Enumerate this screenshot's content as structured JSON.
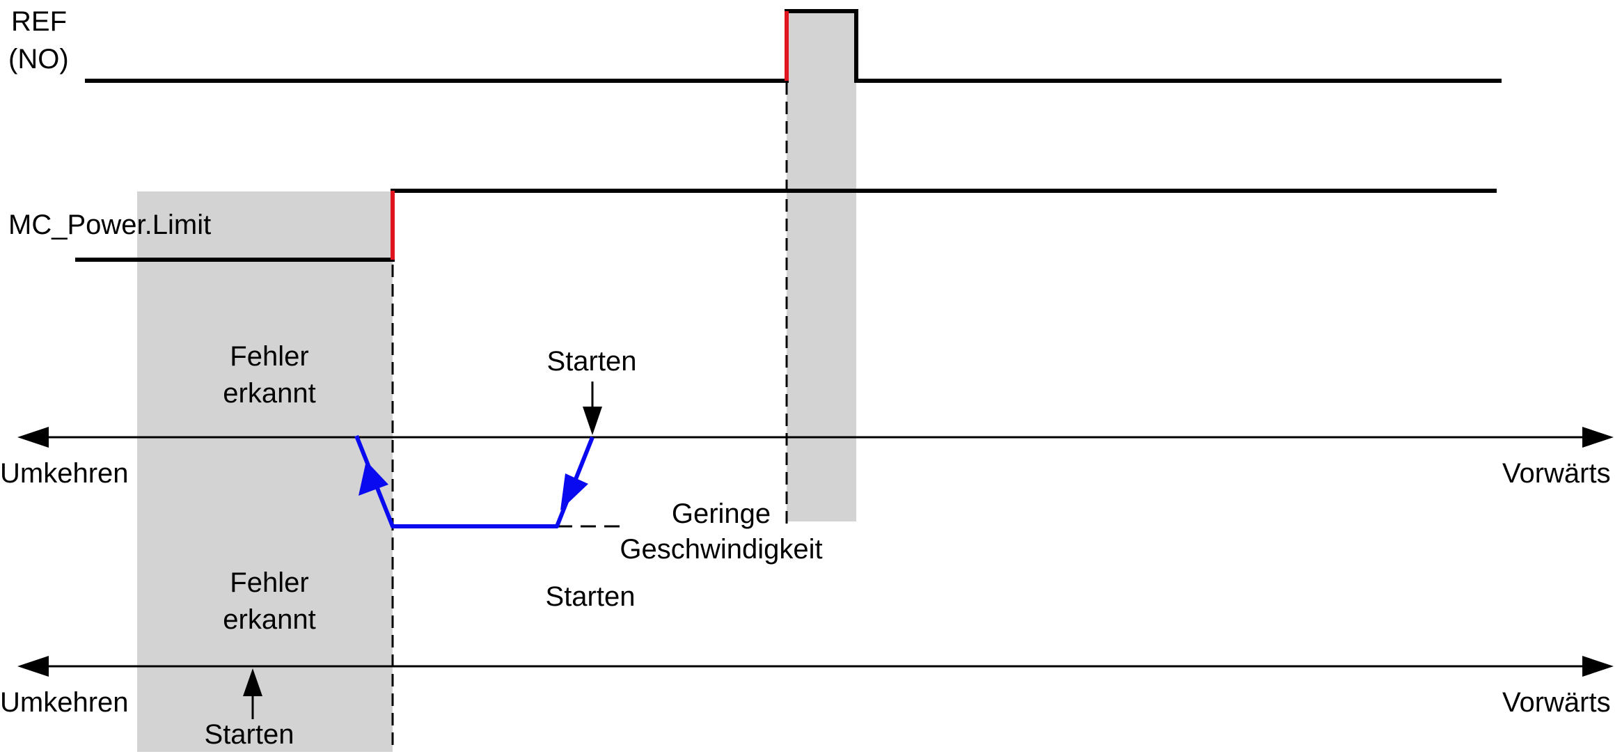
{
  "signals": {
    "ref_line1": "REF",
    "ref_line2": "(NO)",
    "limit": "MC_Power.Limit"
  },
  "motion_upper": {
    "left_label": "Umkehren",
    "right_label": "Vorwärts",
    "fault_line1": "Fehler",
    "fault_line2": "erkannt",
    "start_label": "Starten",
    "low_speed_line1": "Geringe",
    "low_speed_line2": "Geschwindigkeit"
  },
  "motion_lower": {
    "left_label": "Umkehren",
    "right_label": "Vorwärts",
    "fault_line1": "Fehler",
    "fault_line2": "erkannt",
    "start_label_mid": "Starten",
    "start_label_bottom": "Starten"
  },
  "colors": {
    "edge": "#e0141e",
    "path": "#0a0af0",
    "zone": "#d3d3d3",
    "line": "#000000"
  }
}
